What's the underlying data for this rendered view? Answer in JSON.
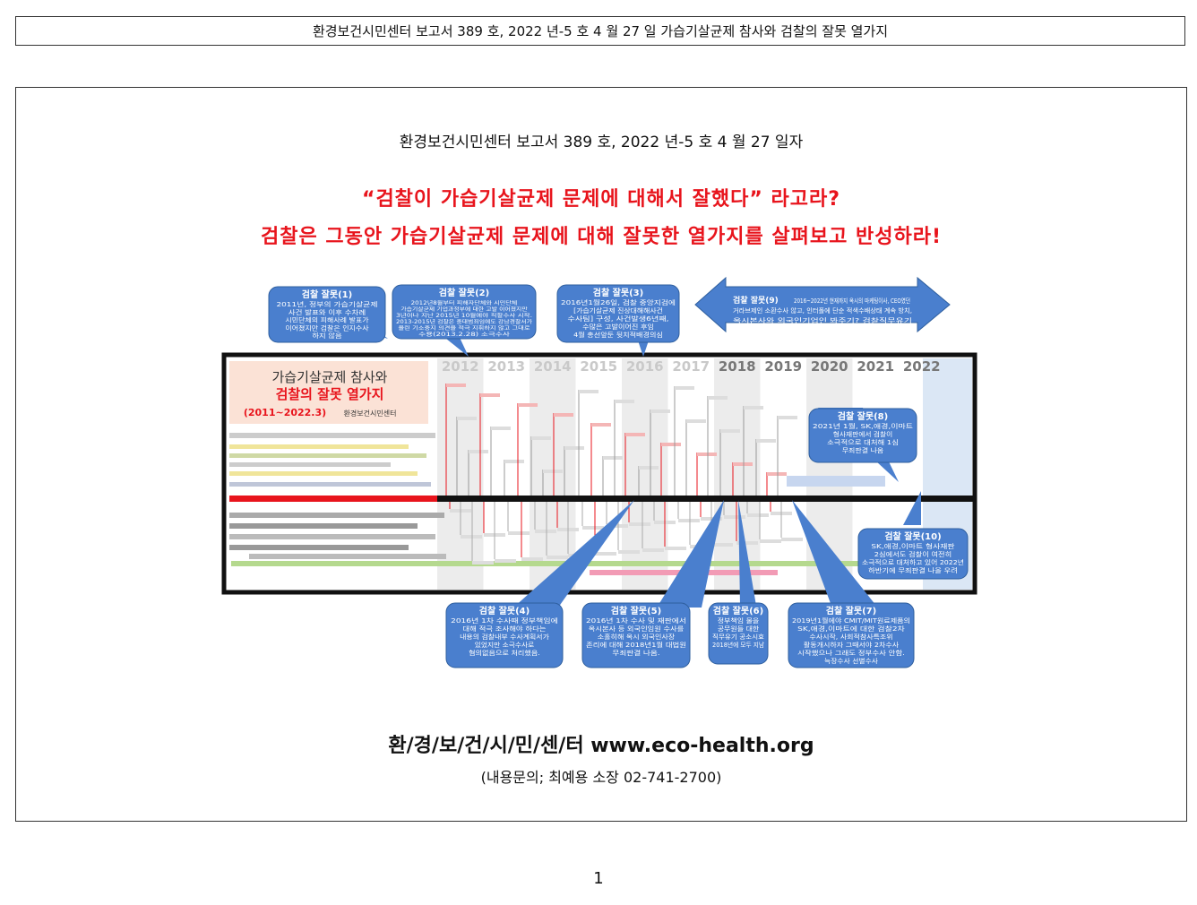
{
  "header": {
    "text": "환경보건시민센터 보고서 389 호, 2022 년-5 호 4 월 27 일 가습기살균제 참사와 검찰의 잘못 열가지"
  },
  "main": {
    "subtitle": "환경보건시민센터 보고서 389 호, 2022 년-5 호 4 월 27 일자",
    "headline1": "“검찰이 가습기살균제 문제에 대해서 잘했다” 라고라?",
    "headline2": "검찰은 그동안 가습기살균제 문제에 대해 잘못한 열가지를 살펴보고 반성하라!",
    "footer_org": "환/경/보/건/시/민/센/터 www.eco-health.org",
    "footer_contact": "(내용문의; 최예용 소장 02-741-2700)"
  },
  "graphic": {
    "inner_title1": "가습기살균제 참사와",
    "inner_title2": "검찰의 잘못 열가지",
    "inner_period": "(2011~2022.3)",
    "inner_org": "환경보건시민센터",
    "years": [
      "2012",
      "2013",
      "2014",
      "2015",
      "2016",
      "2017",
      "2018",
      "2019",
      "2020",
      "2021",
      "2022"
    ],
    "callouts": {
      "c1": {
        "title": "검찰 잘못(1)",
        "lines": [
          "2011년, 정부의 가습기살균제",
          "사건 발표와 이후 수차례",
          "시민단체의 피해사례 발표가",
          "이어졌지만 검찰은 인지수사",
          "하지 않음"
        ]
      },
      "c2": {
        "title": "검찰 잘못(2)",
        "lines": [
          "2012년8월부터 피해자단체와 시민단체",
          "가습기살균제 기업과정부에 대한 고발 이어졌지만",
          "3년이나 지난 2015년 10월에야 직할수사 시작.",
          "2013-2015년 검찰은 중대범죄임에도 강남경찰서가",
          "올린 기소중지 의견을 적극 지휘하지 않고 그대로",
          "수용(2013.2.28) 소극수사"
        ]
      },
      "c3": {
        "title": "검찰 잘못(3)",
        "lines": [
          "2016년1월26일, 검찰 중앙지검에",
          "[가습기살균제 진상대해해사건",
          "수사팀] 구성, 사건발생6년째,",
          "수많은 고발이어진 후임",
          "4월 총선앞둔 뒷치적배경의심"
        ]
      },
      "c9": {
        "title": "검찰 잘못(9)",
        "lines": [
          "2016~2022년 현재까지 옥시의 마케팅이사, CEO였던",
          "거라브제인 소환수사 않고, 인터폴에 단순 적색수배상태 계속 방치,",
          "옥시본사와 외국인기업인 봐주기? 검찰직무유기"
        ]
      },
      "c8": {
        "title": "검찰 잘못(8)",
        "lines": [
          "2021년 1월, SK,애경,이마트",
          "형사재판에서 검찰이",
          "소극적으로 대처해 1심",
          "무죄판결 나옴"
        ]
      },
      "c10": {
        "title": "검찰 잘못(10)",
        "lines": [
          "SK,애경,이마트 형사재판",
          "2심에서도 검찰이 여전히",
          "소극적으로 대처하고 있어 2022년",
          "하반기에 무죄판결 나올 우려"
        ]
      },
      "c4": {
        "title": "검찰 잘못(4)",
        "lines": [
          "2016년 1차 수사때 정부책임에",
          "대해 적극 조사해야 하다는",
          "내용의 검찰내부 수사계획서가",
          "있었지만 소극수사로",
          "혐의없음으로 처리했음."
        ]
      },
      "c5": {
        "title": "검찰 잘못(5)",
        "lines": [
          "2016년 1차 수사 및 재판에서",
          "옥시본사 등 외국인임원 수사를",
          "소홀히해 옥시 외국인사장",
          "존리에 대해 2018년1월 대법원",
          "무죄판결 나옴."
        ]
      },
      "c6": {
        "title": "검찰 잘못(6)",
        "lines": [
          "정부책임 물을",
          "공무원들 대한",
          "직무유기 공소시효",
          "2018년에 모두 지남"
        ]
      },
      "c7": {
        "title": "검찰 잘못(7)",
        "lines": [
          "2019년1월에야 CMIT/MIT원료제품의",
          "SK,애경,이마트에 대한 검찰2차",
          "수사시작, 사회적참사특조위",
          "활동개시하자 그때서야 2차수사",
          "시작했으나 그래도 정부수사 안함.",
          "늑장수사 선별수사"
        ]
      }
    }
  }
}
